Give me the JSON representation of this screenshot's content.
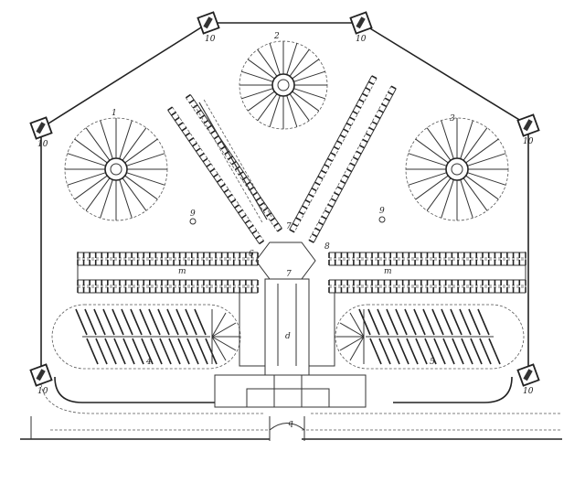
{
  "plan": {
    "labels": {
      "yard_1": "1",
      "yard_2": "2",
      "yard_3": "3",
      "yard_4": "4",
      "yard_5": "5",
      "tower": "10",
      "well_left": "9",
      "well_right": "9",
      "hall_6": "6",
      "hall_7_upper": "7",
      "hall_7_lower": "7",
      "hall_8": "8",
      "wing_left": "m",
      "wing_right": "m",
      "corridor": "d",
      "gate": "q"
    },
    "colors": {
      "ink": "#222222",
      "paper": "#ffffff"
    }
  }
}
